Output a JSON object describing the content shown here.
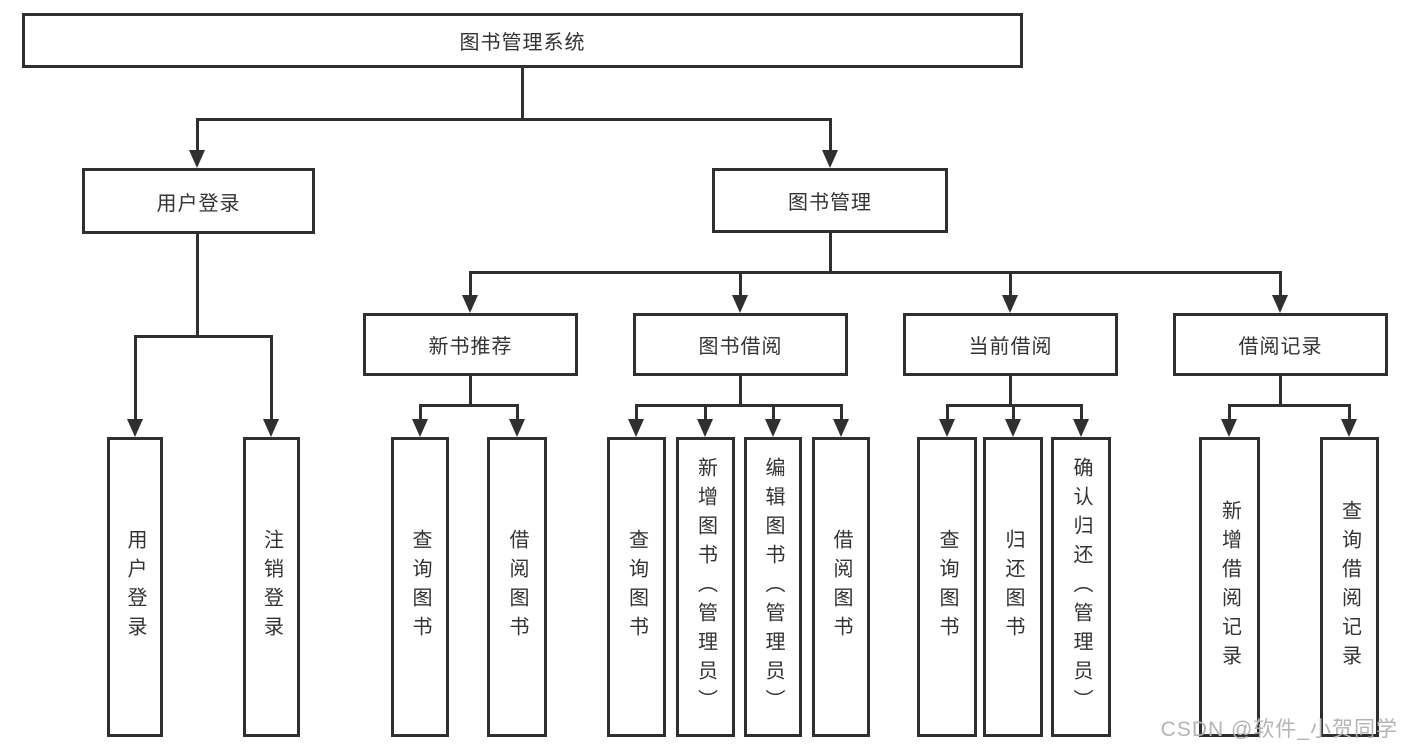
{
  "diagram_title": "图书管理系统",
  "colors": {
    "line": "#2f2f2f",
    "box_border": "#2f2f2f",
    "text": "#333333",
    "background": "#ffffff",
    "watermark": "#b4b4b6"
  },
  "tree": {
    "label": "图书管理系统",
    "children": [
      {
        "label": "用户登录",
        "children": [
          {
            "label": "用户登录"
          },
          {
            "label": "注销登录"
          }
        ]
      },
      {
        "label": "图书管理",
        "children": [
          {
            "label": "新书推荐",
            "children": [
              {
                "label": "查询图书"
              },
              {
                "label": "借阅图书"
              }
            ]
          },
          {
            "label": "图书借阅",
            "children": [
              {
                "label": "查询图书"
              },
              {
                "label": "新增图书（管理员）"
              },
              {
                "label": "编辑图书（管理员）"
              },
              {
                "label": "借阅图书"
              }
            ]
          },
          {
            "label": "当前借阅",
            "children": [
              {
                "label": "查询图书"
              },
              {
                "label": "归还图书"
              },
              {
                "label": "确认归还（管理员）"
              }
            ]
          },
          {
            "label": "借阅记录",
            "children": [
              {
                "label": "新增借阅记录"
              },
              {
                "label": "查询借阅记录"
              }
            ]
          }
        ]
      }
    ]
  },
  "watermark": {
    "text": "CSDN @软件_小贺同学"
  }
}
